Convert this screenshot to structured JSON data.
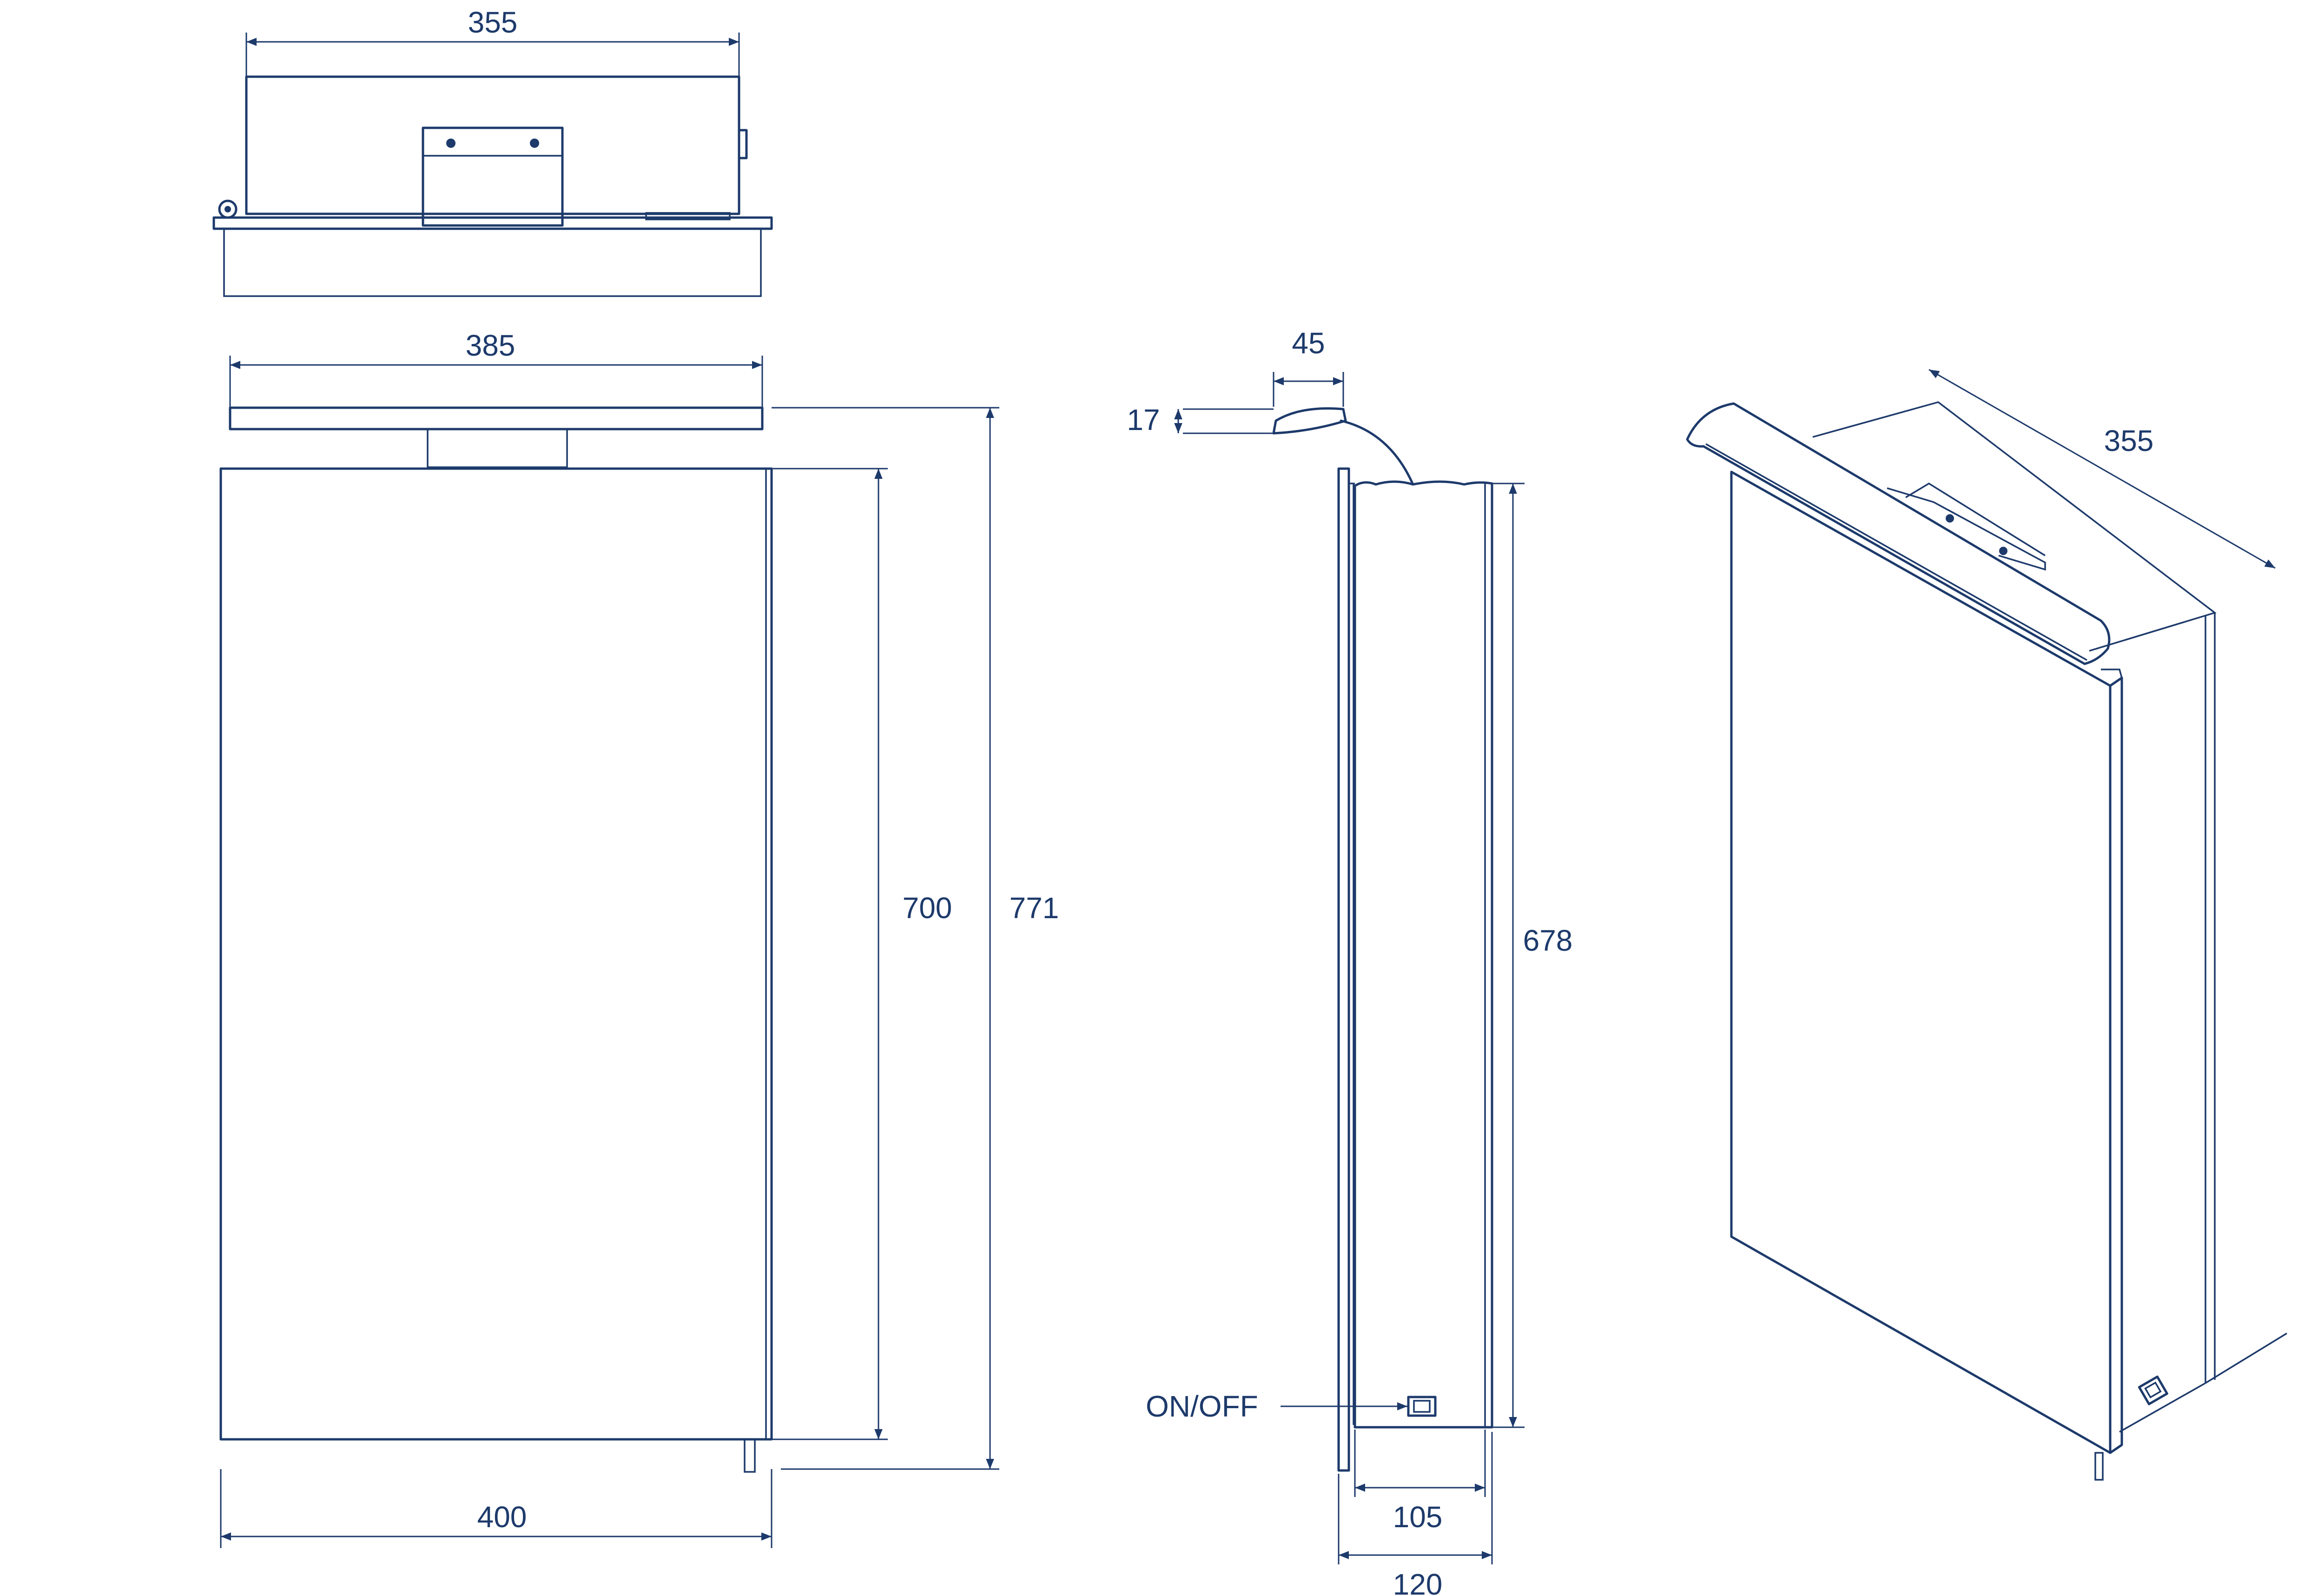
{
  "labels": {
    "top_width": "355",
    "light_width": "385",
    "front_width": "400",
    "cabinet_height": "700",
    "total_height": "771",
    "light_depth": "45",
    "light_thickness": "17",
    "side_height": "678",
    "body_depth": "105",
    "total_depth": "120",
    "switch": "ON/OFF",
    "iso_depth": "355"
  },
  "colors": {
    "line": "#1d3a6b",
    "background": "#ffffff"
  }
}
